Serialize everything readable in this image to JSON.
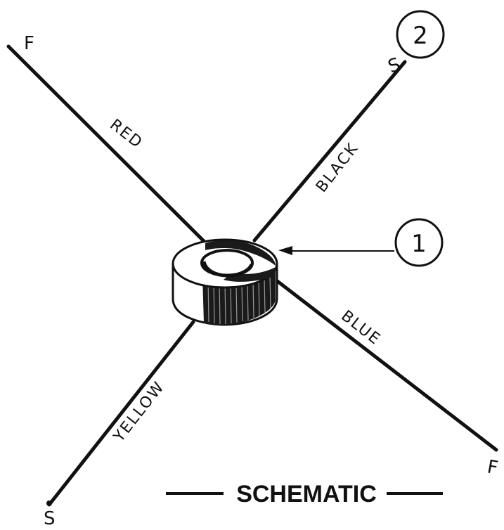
{
  "callouts": {
    "top": "2",
    "core": "1"
  },
  "leads": {
    "red": {
      "label": "RED",
      "end": "F"
    },
    "black": {
      "label": "BLACK",
      "end": "S"
    },
    "blue": {
      "label": "BLUE",
      "end": "F"
    },
    "yellow": {
      "label": "YELLOW",
      "end": "S"
    }
  },
  "title": "SCHEMATIC"
}
